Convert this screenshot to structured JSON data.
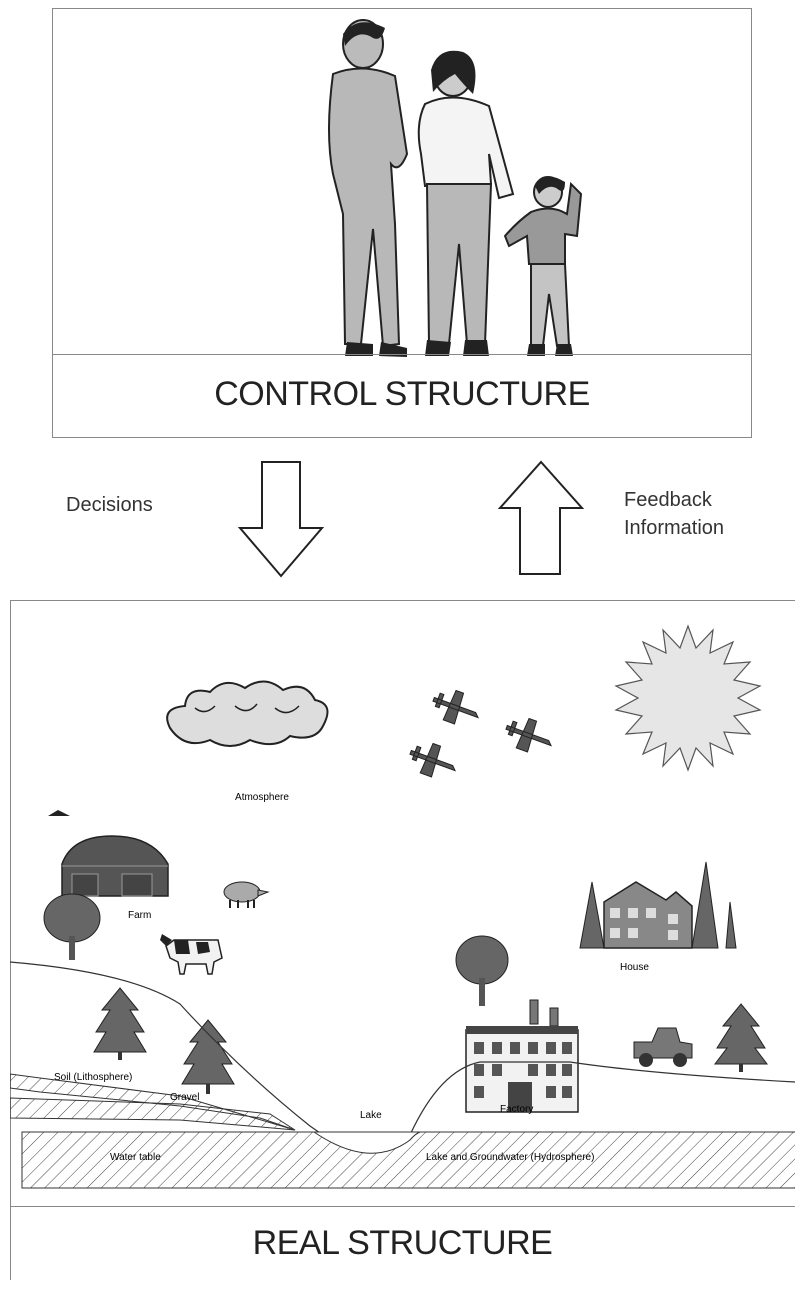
{
  "control": {
    "title": "CONTROL STRUCTURE",
    "image": "family-illustration"
  },
  "arrows": {
    "down_label": "Decisions",
    "up_label_line1": "Feedback",
    "up_label_line2": "Information"
  },
  "real": {
    "title": "REAL STRUCTURE",
    "labels": {
      "atmosphere": "Atmosphere",
      "farm": "Farm",
      "house": "House",
      "factory": "Factory",
      "lake": "Lake",
      "soil": "Soil (Lithosphere)",
      "gravel": "Gravel",
      "water_table": "Water table",
      "groundwater": "Lake and Groundwater (Hydrosphere)"
    },
    "icons": [
      "cloud-icon",
      "sun-icon",
      "airplane-icon",
      "barn-icon",
      "pig-icon",
      "cow-icon",
      "tree-icon",
      "pine-tree-icon",
      "house-icon",
      "factory-icon",
      "truck-icon"
    ]
  },
  "colors": {
    "figure_fill": "#b8b8b8",
    "figure_dark": "#444444",
    "line": "#333333"
  }
}
